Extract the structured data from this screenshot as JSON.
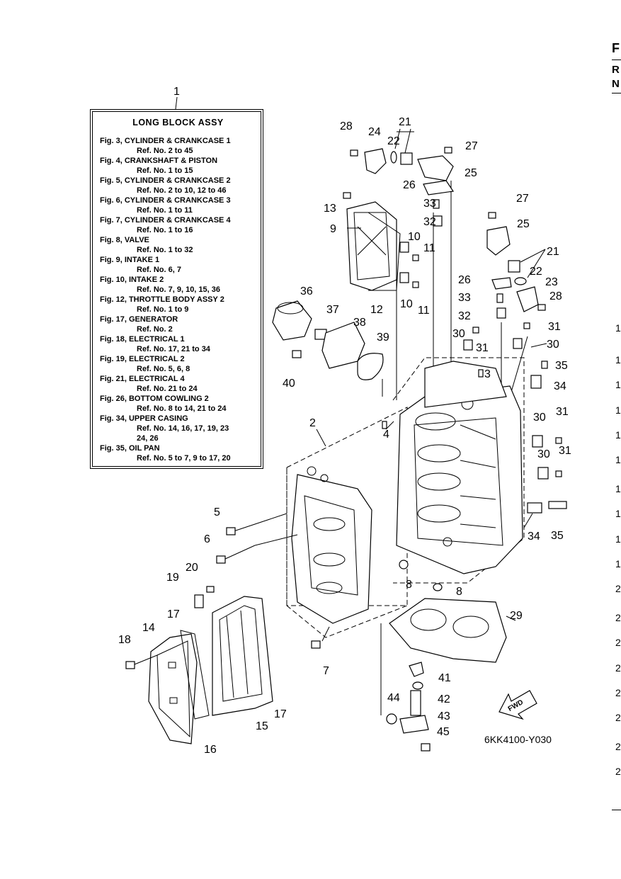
{
  "assembly_box": {
    "ref_number": "1",
    "title": "LONG  BLOCK ASSY",
    "entries": [
      {
        "fig": "Fig. 3, CYLINDER & CRANKCASE 1",
        "ref": "Ref. No. 2 to 45"
      },
      {
        "fig": "Fig. 4, CRANKSHAFT & PISTON",
        "ref": "Ref. No. 1 to 15"
      },
      {
        "fig": "Fig. 5, CYLINDER & CRANKCASE 2",
        "ref": "Ref. No. 2 to 10, 12 to 46"
      },
      {
        "fig": "Fig. 6, CYLINDER & CRANKCASE 3",
        "ref": "Ref. No. 1 to 11"
      },
      {
        "fig": "Fig. 7, CYLINDER & CRANKCASE 4",
        "ref": "Ref. No. 1 to 16"
      },
      {
        "fig": "Fig. 8, VALVE",
        "ref": "Ref. No. 1 to 32"
      },
      {
        "fig": "Fig. 9, INTAKE 1",
        "ref": "Ref. No. 6, 7"
      },
      {
        "fig": "Fig. 10, INTAKE 2",
        "ref": "Ref. No. 7, 9, 10, 15, 36"
      },
      {
        "fig": "Fig. 12, THROTTLE BODY ASSY 2",
        "ref": "Ref. No. 1 to 9"
      },
      {
        "fig": "Fig. 17, GENERATOR",
        "ref": "Ref. No. 2"
      },
      {
        "fig": "Fig. 18, ELECTRICAL 1",
        "ref": "Ref. No. 17, 21 to 34"
      },
      {
        "fig": "Fig. 19, ELECTRICAL 2",
        "ref": "Ref. No. 5, 6, 8"
      },
      {
        "fig": "Fig. 21, ELECTRICAL 4",
        "ref": "Ref. No. 21 to 24"
      },
      {
        "fig": "Fig. 26, BOTTOM COWLING 2",
        "ref": "Ref. No. 8 to 14, 21 to 24"
      },
      {
        "fig": "Fig. 34, UPPER CASING",
        "ref": "Ref. No. 14, 16, 17, 19, 23\n24, 26"
      },
      {
        "fig": "Fig. 35, OIL PAN",
        "ref": "Ref. No. 5 to 7, 9 to 17, 20"
      }
    ]
  },
  "callouts": {
    "c2": "2",
    "c3": "3",
    "c4": "4",
    "c5": "5",
    "c6": "6",
    "c7": "7",
    "c8a": "8",
    "c8b": "8",
    "c9": "9",
    "c10a": "10",
    "c10b": "10",
    "c11a": "11",
    "c11b": "11",
    "c12": "12",
    "c13": "13",
    "c14": "14",
    "c15": "15",
    "c16": "16",
    "c17a": "17",
    "c17b": "17",
    "c18": "18",
    "c19": "19",
    "c20": "20",
    "c21a": "21",
    "c21b": "21",
    "c22a": "22",
    "c22b": "22",
    "c23": "23",
    "c24": "24",
    "c25a": "25",
    "c25b": "25",
    "c26a": "26",
    "c26b": "26",
    "c27a": "27",
    "c27b": "27",
    "c28a": "28",
    "c28b": "28",
    "c29": "29",
    "c30a": "30",
    "c30b": "30",
    "c30c": "30",
    "c30d": "30",
    "c31a": "31",
    "c31b": "31",
    "c31c": "31",
    "c31d": "31",
    "c32a": "32",
    "c32b": "32",
    "c33a": "33",
    "c33b": "33",
    "c34a": "34",
    "c34b": "34",
    "c35a": "35",
    "c35b": "35",
    "c36": "36",
    "c37": "37",
    "c38": "38",
    "c39": "39",
    "c40": "40",
    "c41": "41",
    "c42": "42",
    "c43": "43",
    "c44": "44",
    "c45": "45"
  },
  "fwd_label": "FWD",
  "drawing_code": "6KK4100-Y030",
  "right_edge": {
    "header_letter": "F",
    "header_r": "R",
    "header_n": "N",
    "fragments": [
      "1",
      "1",
      "1",
      "1",
      "1",
      "1",
      "1",
      "1",
      "1",
      "1",
      "2",
      "2",
      "2",
      "2",
      "2",
      "2",
      "2",
      "2"
    ]
  }
}
